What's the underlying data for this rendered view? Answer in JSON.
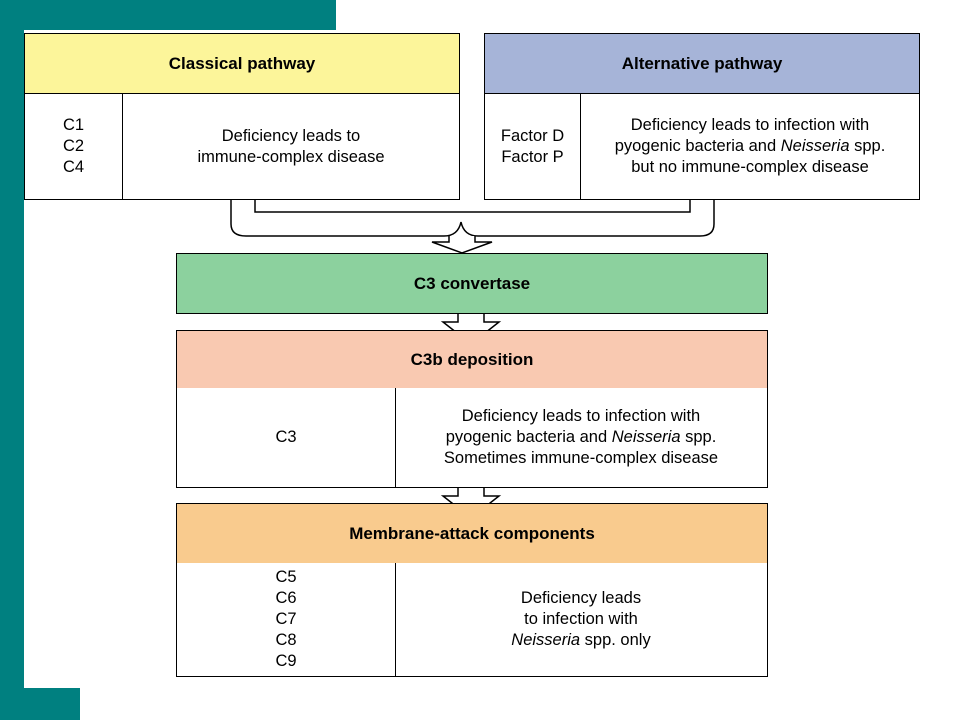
{
  "colors": {
    "teal": "#008080",
    "classical_header": "#FCF59A",
    "alternative_header": "#A6B4D8",
    "convertase": "#8CD19E",
    "deposition": "#F9C9B1",
    "membrane": "#F9CB8E"
  },
  "classical": {
    "title": "Classical pathway",
    "components": "C1\nC2\nC4",
    "effect": "Deficiency leads to\nimmune-complex disease"
  },
  "alternative": {
    "title": "Alternative pathway",
    "components": "Factor D\nFactor P",
    "effect_line1": "Deficiency leads to infection with",
    "effect_line2_pre": "pyogenic bacteria and ",
    "effect_line2_italic": "Neisseria",
    "effect_line2_post": " spp.",
    "effect_line3": "but no immune-complex disease"
  },
  "convertase": {
    "title": "C3 convertase"
  },
  "deposition": {
    "title": "C3b deposition",
    "components": "C3",
    "effect_line1": "Deficiency leads to infection with",
    "effect_line2_pre": "pyogenic bacteria and ",
    "effect_line2_italic": "Neisseria",
    "effect_line2_post": " spp.",
    "effect_line3": "Sometimes immune-complex disease"
  },
  "membrane": {
    "title": "Membrane-attack components",
    "components": "C5\nC6\nC7\nC8\nC9",
    "effect_line1": "Deficiency leads",
    "effect_line2": "to infection with",
    "effect_line3_italic": "Neisseria",
    "effect_line3_post": " spp. only"
  }
}
